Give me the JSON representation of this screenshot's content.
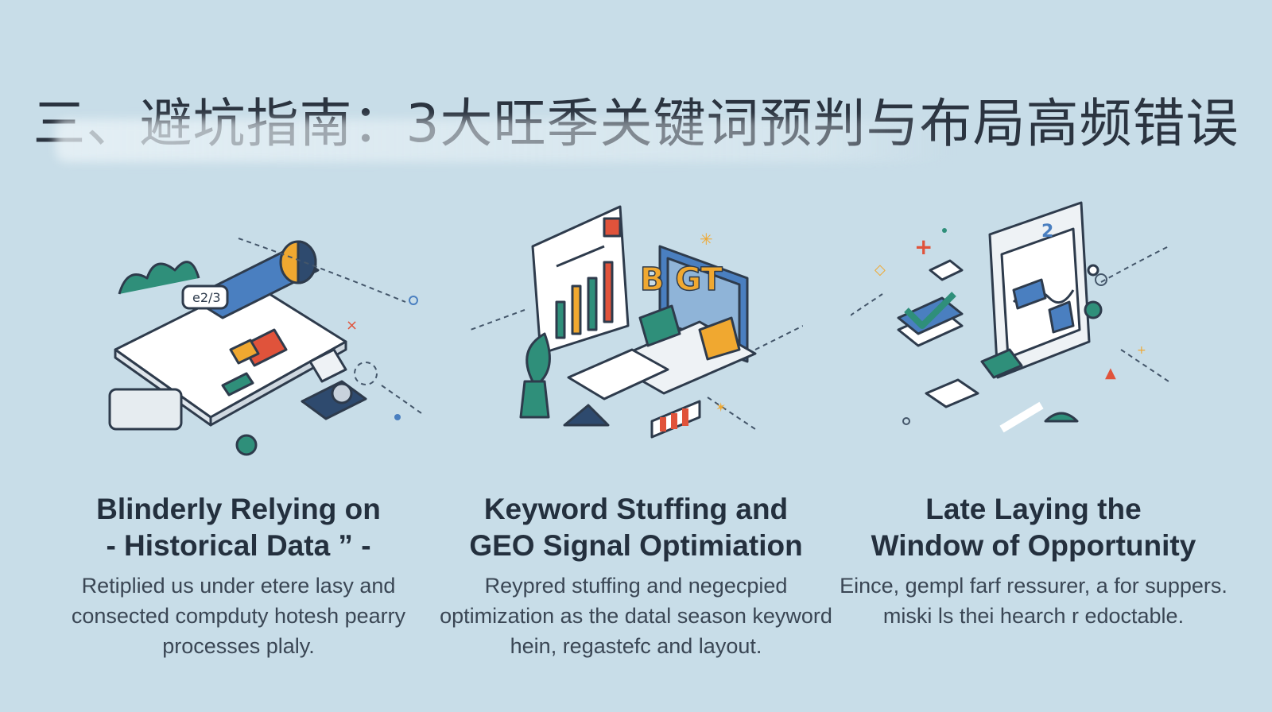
{
  "title": "三、避坑指南：3大旺季关键词预判与布局高频错误",
  "cards": [
    {
      "heading_line1": "Blinderly Relying on",
      "heading_line2": "- Historical Data ” -",
      "body": "Retiplied us under etere lasy and consected compduty hotesh pearry processes plaly.",
      "tag_text": "e2/3"
    },
    {
      "heading_line1": "Keyword Stuffing and",
      "heading_line2": "GEO Signal Optimiation",
      "body": "Reypred stuffing and negecpied optimization as the datal season keyword hein, regastefc and layout.",
      "letters": "B GT"
    },
    {
      "heading_line1": "Late Laying the",
      "heading_line2": "Window of Opportunity",
      "body": "Eince, gempl farf ressurer, a for suppers. miski ls thei hearch r edoctable.",
      "badge_number": "2"
    }
  ],
  "colors": {
    "background": "#c8dde8",
    "teal": "#2f8f7a",
    "navy": "#2e4a6e",
    "red": "#e0533b",
    "orange": "#f0a830",
    "blue": "#4a7fc0"
  },
  "icons": [
    "document-tablet-icon",
    "monitor-chart-icon",
    "desktop-chart-icon"
  ]
}
